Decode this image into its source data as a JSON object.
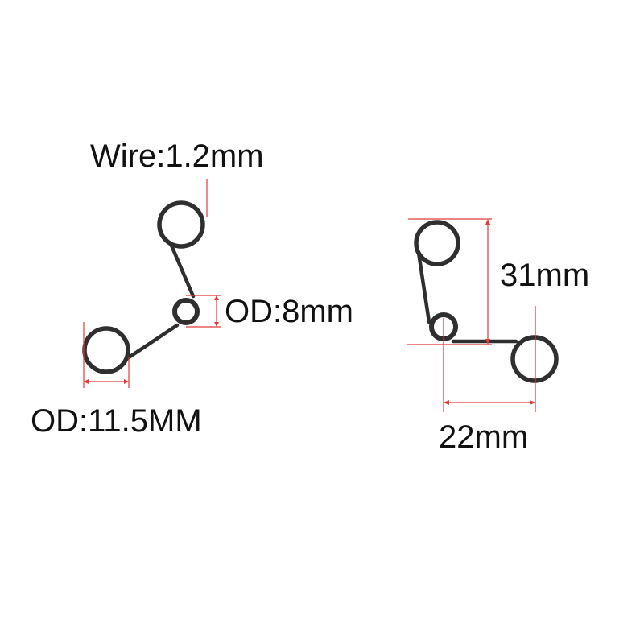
{
  "labels": {
    "wire": "Wire:1.2mm",
    "od_small": "OD:8mm",
    "od_large": "OD:11.5MM",
    "height": "31mm",
    "width": "22mm"
  },
  "colors": {
    "background": "#ffffff",
    "spring_wire": "#2f2f2f",
    "dimension_line": "#e23a3a",
    "text": "#111111"
  }
}
